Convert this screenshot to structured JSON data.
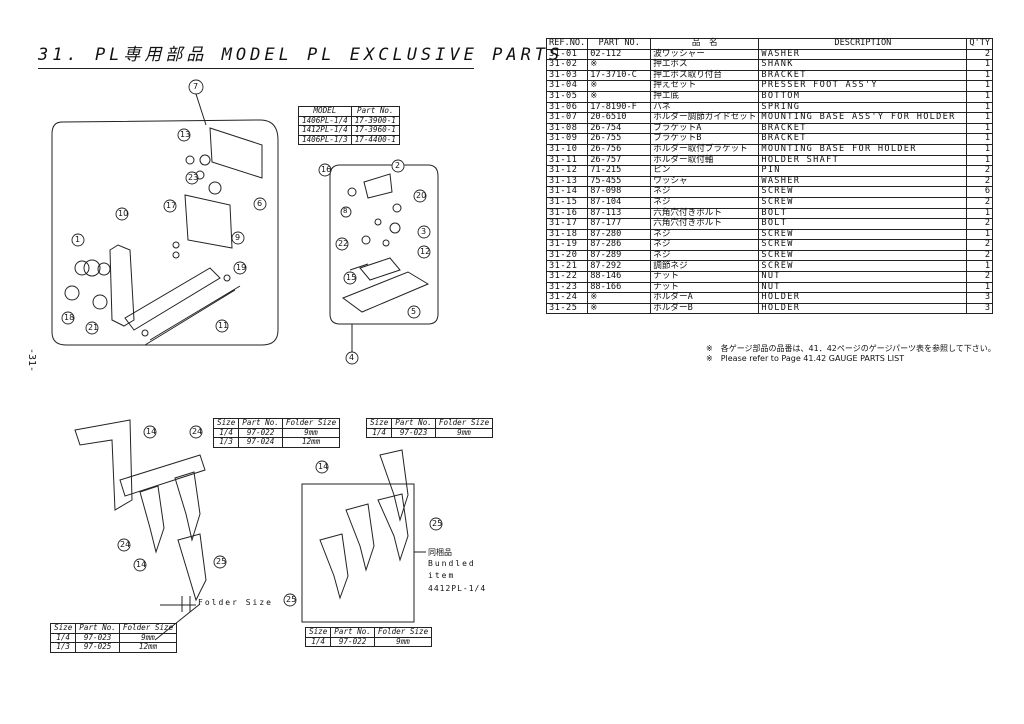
{
  "page": {
    "title": "31. PL専用部品 MODEL PL EXCLUSIVE PARTS",
    "page_number": "-31-"
  },
  "model_table": {
    "headers": [
      "MODEL",
      "Part No."
    ],
    "rows": [
      [
        "1406PL-1/4",
        "17-3900-1"
      ],
      [
        "1412PL-1/4",
        "17-3960-1"
      ],
      [
        "1406PL-1/3",
        "17-4400-1"
      ]
    ]
  },
  "parts_table": {
    "headers": [
      "REF.NO.",
      "PART NO.",
      "品　名",
      "DESCRIPTION",
      "Q'TY"
    ],
    "rows": [
      [
        "31-01",
        "02-112",
        "波ワッシャー",
        "WASHER",
        "2"
      ],
      [
        "31-02",
        "※",
        "押エボス",
        "SHANK",
        "1"
      ],
      [
        "31-03",
        "17-3710-C",
        "押エボス取り付台",
        "BRACKET",
        "1"
      ],
      [
        "31-04",
        "※",
        "押えセット",
        "PRESSER FOOT ASS'Y",
        "1"
      ],
      [
        "31-05",
        "※",
        "押エ底",
        "BOTTOM",
        "1"
      ],
      [
        "31-06",
        "17-8190-F",
        "バネ",
        "SPRING",
        "1"
      ],
      [
        "31-07",
        "20-6510",
        "ホルダー調節ガイドセット",
        "MOUNTING BASE ASS'Y FOR HOLDER",
        "1"
      ],
      [
        "31-08",
        "26-754",
        "ブラケットA",
        "BRACKET",
        "1"
      ],
      [
        "31-09",
        "26-755",
        "ブラケットB",
        "BRACKET",
        "1"
      ],
      [
        "31-10",
        "26-756",
        "ホルダー取付ブラケット",
        "MOUNTING BASE FOR HOLDER",
        "1"
      ],
      [
        "31-11",
        "26-757",
        "ホルダー取付軸",
        "HOLDER SHAFT",
        "1"
      ],
      [
        "31-12",
        "71-215",
        "ピン",
        "PIN",
        "2"
      ],
      [
        "31-13",
        "75-455",
        "ワッシャ",
        "WASHER",
        "2"
      ],
      [
        "31-14",
        "87-098",
        "ネジ",
        "SCREW",
        "6"
      ],
      [
        "31-15",
        "87-104",
        "ネジ",
        "SCREW",
        "2"
      ],
      [
        "31-16",
        "87-113",
        "六角穴付きボルト",
        "BOLT",
        "1"
      ],
      [
        "31-17",
        "87-177",
        "六角穴付きボルト",
        "BOLT",
        "2"
      ],
      [
        "31-18",
        "87-280",
        "ネジ",
        "SCREW",
        "1"
      ],
      [
        "31-19",
        "87-286",
        "ネジ",
        "SCREW",
        "2"
      ],
      [
        "31-20",
        "87-289",
        "ネジ",
        "SCREW",
        "2"
      ],
      [
        "31-21",
        "87-292",
        "調節ネジ",
        "SCREW",
        "1"
      ],
      [
        "31-22",
        "88-146",
        "ナット",
        "NUT",
        "2"
      ],
      [
        "31-23",
        "88-166",
        "ナット",
        "NUT",
        "1"
      ],
      [
        "31-24",
        "※",
        "ホルダーA",
        "HOLDER",
        "3"
      ],
      [
        "31-25",
        "※",
        "ホルダーB",
        "HOLDER",
        "3"
      ]
    ]
  },
  "notes": {
    "jp": "※　各ゲージ部品の品番は、41．42ページのゲージパーツ表を参照して下さい。",
    "en": "※　Please refer to Page 41.42 GAUGE PARTS LIST"
  },
  "size_table_a": {
    "headers": [
      "Size",
      "Part No.",
      "Folder Size"
    ],
    "rows": [
      [
        "1/4",
        "97-022",
        "9mm"
      ],
      [
        "1/3",
        "97-024",
        "12mm"
      ]
    ]
  },
  "size_table_b": {
    "headers": [
      "Size",
      "Part No.",
      "Folder Size"
    ],
    "rows": [
      [
        "1/4",
        "97-023",
        "9mm"
      ]
    ]
  },
  "size_table_c": {
    "headers": [
      "Size",
      "Part No.",
      "Folder Size"
    ],
    "rows": [
      [
        "1/4",
        "97-023",
        "9mm"
      ],
      [
        "1/3",
        "97-025",
        "12mm"
      ]
    ]
  },
  "size_table_d": {
    "headers": [
      "Size",
      "Part No.",
      "Folder Size"
    ],
    "rows": [
      [
        "1/4",
        "97-022",
        "9mm"
      ]
    ]
  },
  "labels": {
    "folder_size": "Folder Size",
    "bundled_jp": "同梱品",
    "bundled_en_1": "Bundled",
    "bundled_en_2": "item",
    "bundled_model": "4412PL-1/4"
  },
  "callouts_top_left": [
    "7",
    "13",
    "23",
    "6",
    "17",
    "10",
    "9",
    "1",
    "19",
    "18",
    "21",
    "11"
  ],
  "callouts_top_mid": [
    "16",
    "2",
    "20",
    "8",
    "3",
    "22",
    "12",
    "15",
    "5",
    "4"
  ],
  "callouts_bottom_left": [
    "14",
    "24",
    "24",
    "14",
    "25"
  ],
  "callouts_bottom_mid": [
    "14",
    "25",
    "25"
  ]
}
